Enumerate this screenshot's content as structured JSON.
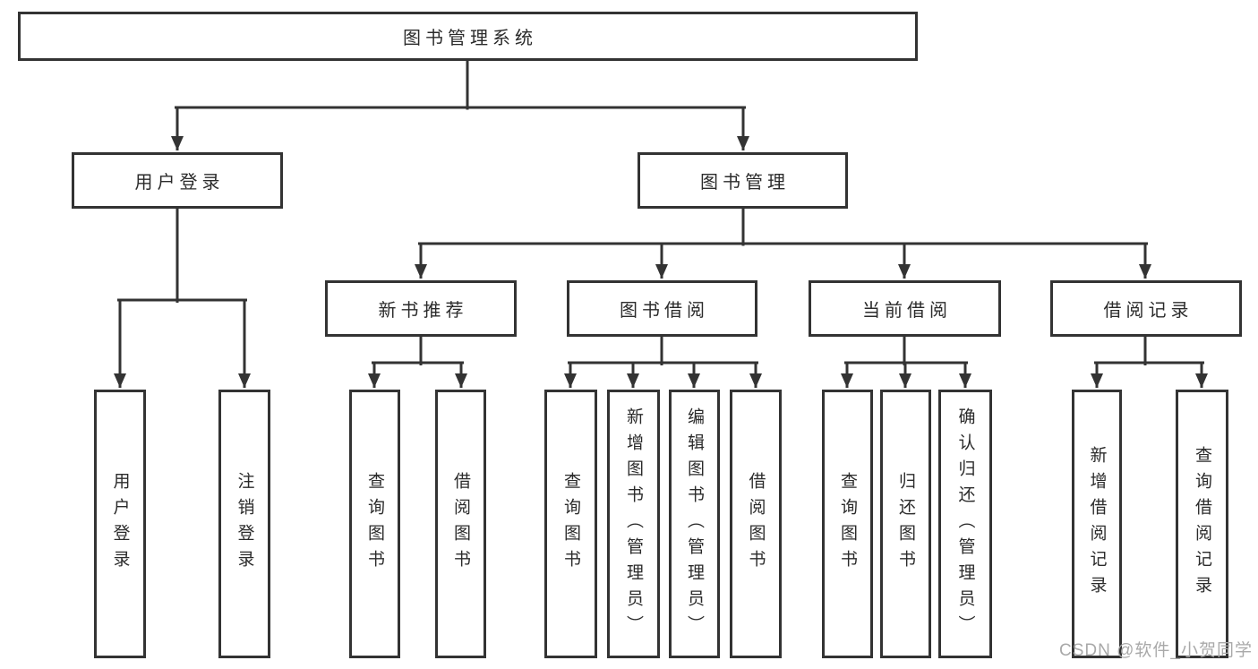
{
  "diagram_title": "图书管理系统",
  "tree": {
    "label": "图书管理系统",
    "children": [
      {
        "label": "用户登录",
        "children": [
          {
            "label": "用户登录"
          },
          {
            "label": "注销登录"
          }
        ]
      },
      {
        "label": "图书管理",
        "children": [
          {
            "label": "新书推荐",
            "children": [
              {
                "label": "查询图书"
              },
              {
                "label": "借阅图书"
              }
            ]
          },
          {
            "label": "图书借阅",
            "children": [
              {
                "label": "查询图书"
              },
              {
                "label": "新增图书（管理员）"
              },
              {
                "label": "编辑图书（管理员）"
              },
              {
                "label": "借阅图书"
              }
            ]
          },
          {
            "label": "当前借阅",
            "children": [
              {
                "label": "查询图书"
              },
              {
                "label": "归还图书"
              },
              {
                "label": "确认归还（管理员）"
              }
            ]
          },
          {
            "label": "借阅记录",
            "children": [
              {
                "label": "新增借阅记录"
              },
              {
                "label": "查询借阅记录"
              }
            ]
          }
        ]
      }
    ]
  },
  "watermark": "CSDN @软件_小贺同学",
  "colors": {
    "line": "#333333",
    "box_border": "#333333",
    "text": "#2b2b2b",
    "watermark": "#a9a9a9",
    "background": "#ffffff"
  }
}
